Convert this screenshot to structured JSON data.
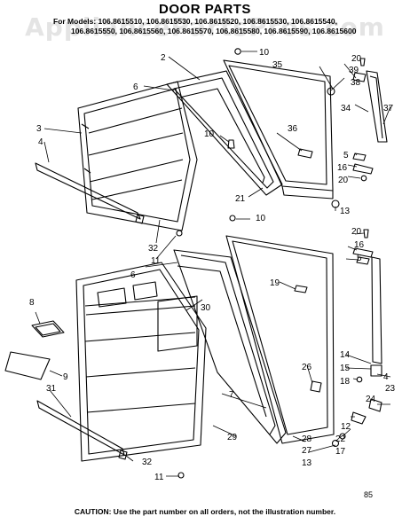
{
  "title": "DOOR PARTS",
  "models_line1": "For Models: 106.8615510, 106.8615530, 106.8615520, 106.8615530, 106.8615540,",
  "models_line2": "106.8615550, 106.8615560, 106.8615570, 106.8615580, 106.8615590, 106.8615600",
  "watermark": "AppliancePartsPros.com",
  "caution": "CAUTION: Use the part number on all orders, not the illustration number.",
  "page_number": "85",
  "callouts": [
    "2",
    "3",
    "4",
    "5",
    "6",
    "7",
    "8",
    "9",
    "10",
    "11",
    "12",
    "13",
    "14",
    "15",
    "16",
    "17",
    "18",
    "19",
    "20",
    "21",
    "22",
    "23",
    "24",
    "26",
    "27",
    "28",
    "29",
    "30",
    "31",
    "32",
    "34",
    "35",
    "36",
    "37",
    "38",
    "39"
  ]
}
